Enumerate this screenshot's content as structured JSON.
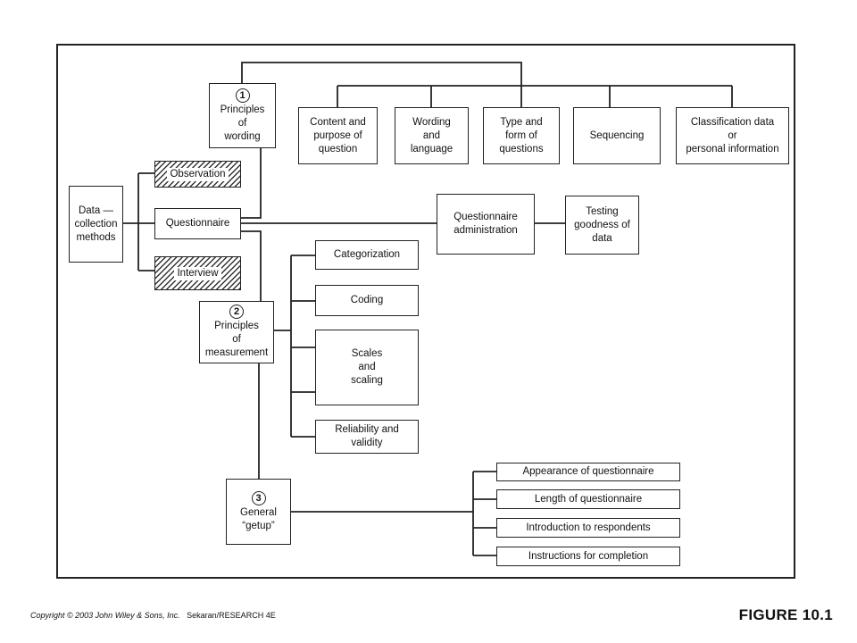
{
  "diagram": {
    "data_collection": "Data —\ncollection\nmethods",
    "methods": {
      "observation": "Observation",
      "questionnaire": "Questionnaire",
      "interview": "Interview"
    },
    "principles_wording": {
      "number": "1",
      "label": "Principles\nof\nwording"
    },
    "wording_items": [
      "Content and\npurpose of\nquestion",
      "Wording\nand\nlanguage",
      "Type and\nform of\nquestions",
      "Sequencing",
      "Classification data\nor\npersonal information"
    ],
    "administration": "Questionnaire\nadministration",
    "testing": "Testing\ngoodness of\ndata",
    "principles_measurement": {
      "number": "2",
      "label": "Principles\nof\nmeasurement"
    },
    "measurement_items": [
      "Categorization",
      "Coding",
      "Scales\nand\nscaling",
      "Reliability and\nvalidity"
    ],
    "general_getup": {
      "number": "3",
      "label": "General\n“getup”"
    },
    "getup_items": [
      "Appearance of questionnaire",
      "Length of questionnaire",
      "Introduction to respondents",
      "Instructions for completion"
    ]
  },
  "footer": {
    "copyright": "Copyright © 2003 John Wiley & Sons, Inc.",
    "source": "Sekaran/RESEARCH 4E",
    "figure_label": "FIGURE 10.1"
  }
}
